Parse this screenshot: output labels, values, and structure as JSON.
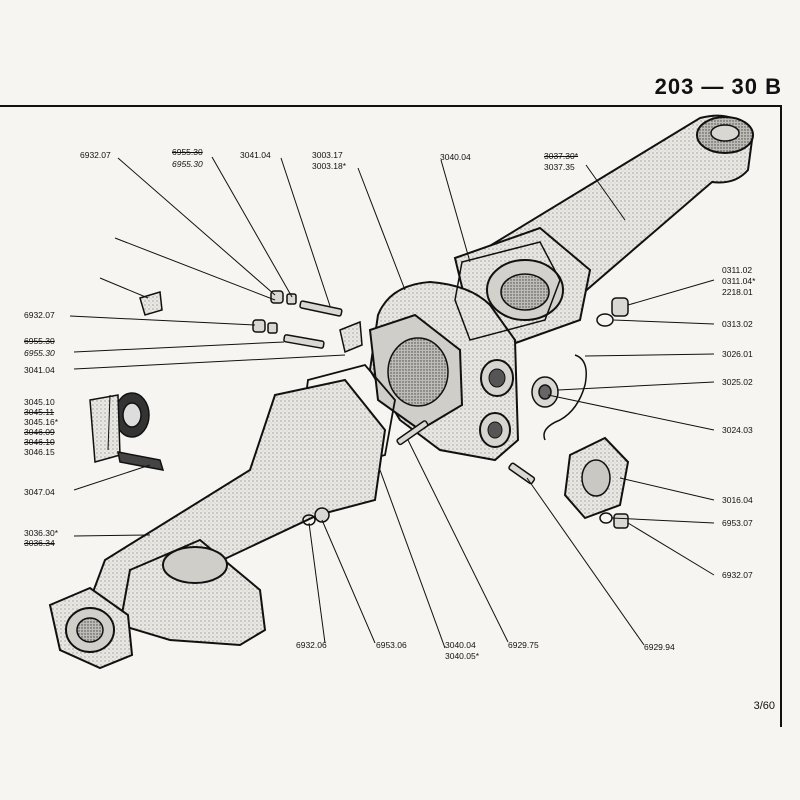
{
  "header": {
    "code": "203 — 30 B"
  },
  "sheet": {
    "number": "3/60"
  },
  "labels": {
    "l1": "6932.07",
    "l2a": "6955.30",
    "l2b": "6955.30",
    "l3": "3041.04",
    "l4a": "3003.17",
    "l4b": "3003.18*",
    "l5": "3040.04",
    "l6a": "3037.30*",
    "l6b": "3037.35",
    "l7a": "0311.02",
    "l7b": "0311.04*",
    "l7c": "2218.01",
    "l8": "0313.02",
    "l9": "3026.01",
    "l10": "3025.02",
    "l11": "3024.03",
    "l12": "6932.07",
    "l13a": "6955.30",
    "l13b": "6955.30",
    "l14": "3041.04",
    "l15a": "3045.10",
    "l15b": "3045.11",
    "l15c": "3045.16*",
    "l15d": "3046.09",
    "l15e": "3046.10",
    "l15f": "3046.15",
    "l16": "3047.04",
    "l17": "3016.04",
    "l18": "6953.07",
    "l19": "6932.07",
    "l20a": "3036.30*",
    "l20b": "3036.34",
    "l21": "6932.06",
    "l22": "6953.06",
    "l23a": "3040.04",
    "l23b": "3040.05*",
    "l24": "6929.75",
    "l25": "6929.94"
  }
}
